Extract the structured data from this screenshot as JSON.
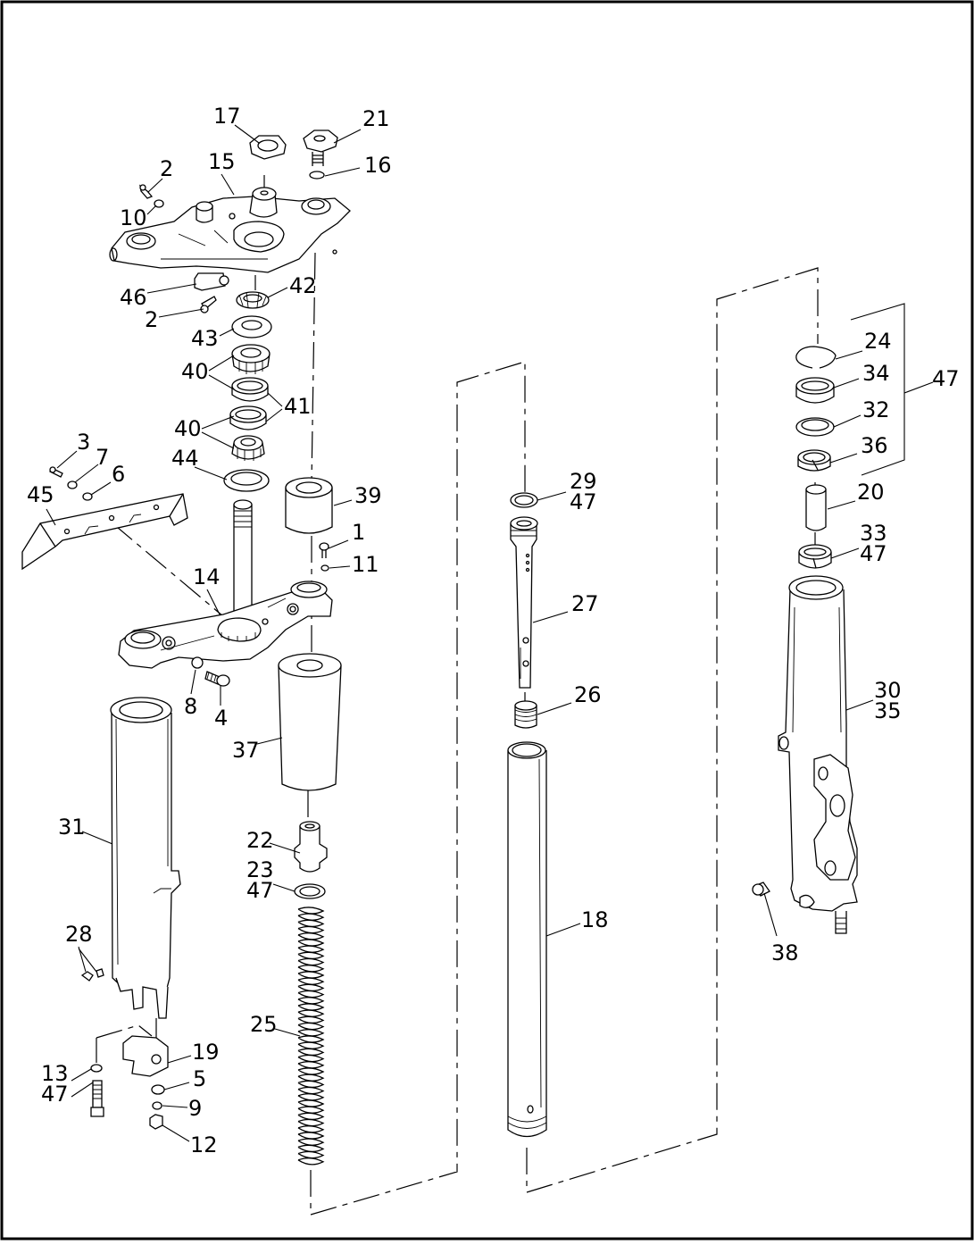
{
  "diagram": {
    "callouts": [
      {
        "id": "c17",
        "text": "17"
      },
      {
        "id": "c21",
        "text": "21"
      },
      {
        "id": "c2a",
        "text": "2"
      },
      {
        "id": "c15",
        "text": "15"
      },
      {
        "id": "c16",
        "text": "16"
      },
      {
        "id": "c10",
        "text": "10"
      },
      {
        "id": "c46",
        "text": "46"
      },
      {
        "id": "c42",
        "text": "42"
      },
      {
        "id": "c2b",
        "text": "2"
      },
      {
        "id": "c43",
        "text": "43"
      },
      {
        "id": "c40a",
        "text": "40"
      },
      {
        "id": "c41",
        "text": "41"
      },
      {
        "id": "c40b",
        "text": "40"
      },
      {
        "id": "c3",
        "text": "3"
      },
      {
        "id": "c7",
        "text": "7"
      },
      {
        "id": "c6",
        "text": "6"
      },
      {
        "id": "c45",
        "text": "45"
      },
      {
        "id": "c44",
        "text": "44"
      },
      {
        "id": "c39",
        "text": "39"
      },
      {
        "id": "c1",
        "text": "1"
      },
      {
        "id": "c11",
        "text": "11"
      },
      {
        "id": "c14",
        "text": "14"
      },
      {
        "id": "c8",
        "text": "8"
      },
      {
        "id": "c4",
        "text": "4"
      },
      {
        "id": "c37",
        "text": "37"
      },
      {
        "id": "c31",
        "text": "31"
      },
      {
        "id": "c22",
        "text": "22"
      },
      {
        "id": "c23",
        "text": "23"
      },
      {
        "id": "c47a",
        "text": "47"
      },
      {
        "id": "c28",
        "text": "28"
      },
      {
        "id": "c25",
        "text": "25"
      },
      {
        "id": "c19",
        "text": "19"
      },
      {
        "id": "c13",
        "text": "13"
      },
      {
        "id": "c5",
        "text": "5"
      },
      {
        "id": "c47b",
        "text": "47"
      },
      {
        "id": "c9",
        "text": "9"
      },
      {
        "id": "c12",
        "text": "12"
      },
      {
        "id": "c29",
        "text": "29"
      },
      {
        "id": "c47c",
        "text": "47"
      },
      {
        "id": "c27",
        "text": "27"
      },
      {
        "id": "c26",
        "text": "26"
      },
      {
        "id": "c18",
        "text": "18"
      },
      {
        "id": "c24",
        "text": "24"
      },
      {
        "id": "c34",
        "text": "34"
      },
      {
        "id": "c47d",
        "text": "47"
      },
      {
        "id": "c32",
        "text": "32"
      },
      {
        "id": "c36",
        "text": "36"
      },
      {
        "id": "c20",
        "text": "20"
      },
      {
        "id": "c33",
        "text": "33"
      },
      {
        "id": "c47e",
        "text": "47"
      },
      {
        "id": "c30",
        "text": "30"
      },
      {
        "id": "c35",
        "text": "35"
      },
      {
        "id": "c38",
        "text": "38"
      }
    ]
  }
}
